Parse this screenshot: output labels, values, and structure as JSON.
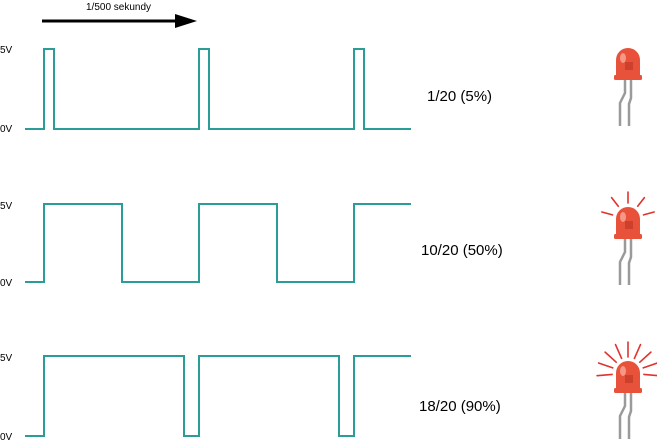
{
  "header": {
    "arrow_label": "1/500 sekundy"
  },
  "colors": {
    "wave": "#2a9d99",
    "led_body": "#e8513a",
    "led_highlight": "#f7a08f",
    "led_leg": "#9a9a9a",
    "glow": "#e0332f"
  },
  "voltage_labels": {
    "high": "5V",
    "low": "0V"
  },
  "signals": [
    {
      "ratio_label": "1/20  (5%)",
      "duty": 0.05,
      "glow_rays": 0
    },
    {
      "ratio_label": "10/20  (50%)",
      "duty": 0.5,
      "glow_rays": 5
    },
    {
      "ratio_label": "18/20  (90%)",
      "duty": 0.9,
      "glow_rays": 9
    }
  ],
  "icons": {
    "arrow": "arrow-right-icon",
    "led": "led-icon",
    "glow": "glow-rays-icon"
  }
}
